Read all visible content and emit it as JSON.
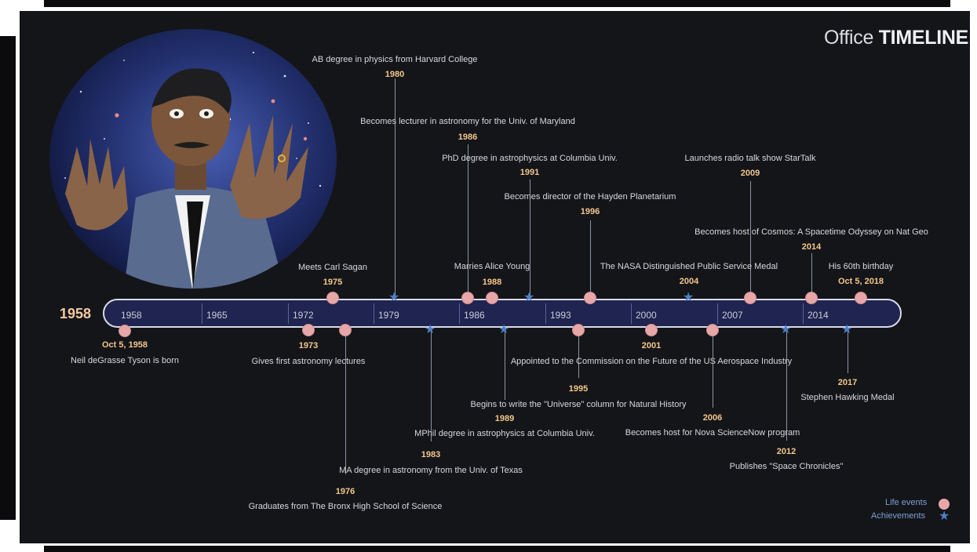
{
  "brand": {
    "light": "Office",
    "bold": "TIMELINE"
  },
  "start_year": "1958",
  "axis_ticks": [
    "1958",
    "1965",
    "1972",
    "1979",
    "1986",
    "1993",
    "2000",
    "2007",
    "2014"
  ],
  "events": [
    {
      "title": "AB degree in physics from Harvard College",
      "date": "1980",
      "kind": "achievement",
      "side": "above"
    },
    {
      "title": "Becomes lecturer in astronomy for the Univ. of Maryland",
      "date": "1986",
      "kind": "life",
      "side": "above"
    },
    {
      "title": "PhD degree in astrophysics at Columbia Univ.",
      "date": "1991",
      "kind": "achievement",
      "side": "above"
    },
    {
      "title": "Becomes director of the Hayden Planetarium",
      "date": "1996",
      "kind": "life",
      "side": "above"
    },
    {
      "title": "Launches radio talk show StarTalk",
      "date": "2009",
      "kind": "life",
      "side": "above"
    },
    {
      "title": "Becomes host of Cosmos: A Spacetime Odyssey on Nat Geo",
      "date": "2014",
      "kind": "life",
      "side": "above"
    },
    {
      "title": "Meets Carl Sagan",
      "date": "1975",
      "kind": "life",
      "side": "above"
    },
    {
      "title": "Marries Alice Young",
      "date": "1988",
      "kind": "life",
      "side": "above"
    },
    {
      "title": "The NASA Distinguished Public Service Medal",
      "date": "2004",
      "kind": "achievement",
      "side": "above"
    },
    {
      "title": "His 60th birthday",
      "date": "Oct 5, 2018",
      "kind": "life",
      "side": "above"
    },
    {
      "title": "Neil deGrasse Tyson is born",
      "date": "Oct 5, 1958",
      "kind": "life",
      "side": "below"
    },
    {
      "title": "Gives first astronomy lectures",
      "date": "1973",
      "kind": "life",
      "side": "below"
    },
    {
      "title": "Graduates from The Bronx High School of Science",
      "date": "1976",
      "kind": "life",
      "side": "below"
    },
    {
      "title": "MA degree in astronomy from the Univ. of Texas",
      "date": "1983",
      "kind": "achievement",
      "side": "below"
    },
    {
      "title": "MPhil degree in astrophysics at Columbia Univ.",
      "date": "1989",
      "kind": "achievement",
      "side": "below"
    },
    {
      "title": "Begins to write the \"Universe\" column for Natural History",
      "date": "1995",
      "kind": "life",
      "side": "below"
    },
    {
      "title": "Appointed to the Commission on the Future of the US Aerospace Industry",
      "date": "2001",
      "kind": "life",
      "side": "below"
    },
    {
      "title": "Becomes host for Nova ScienceNow program",
      "date": "2006",
      "kind": "life",
      "side": "below"
    },
    {
      "title": "Publishes \"Space Chronicles\"",
      "date": "2012",
      "kind": "achievement",
      "side": "below"
    },
    {
      "title": "Stephen Hawking Medal",
      "date": "2017",
      "kind": "achievement",
      "side": "below"
    }
  ],
  "legend": {
    "life": "Life events",
    "achievement": "Achievements"
  },
  "colors": {
    "life_marker": "#e7a7a8",
    "achievement_marker": "#4f7fc6",
    "date_text": "#f3c68d",
    "timeline_fill": "#1f2450"
  },
  "icons": {
    "life": "circle-marker-icon",
    "achievement": "star-marker-icon"
  }
}
